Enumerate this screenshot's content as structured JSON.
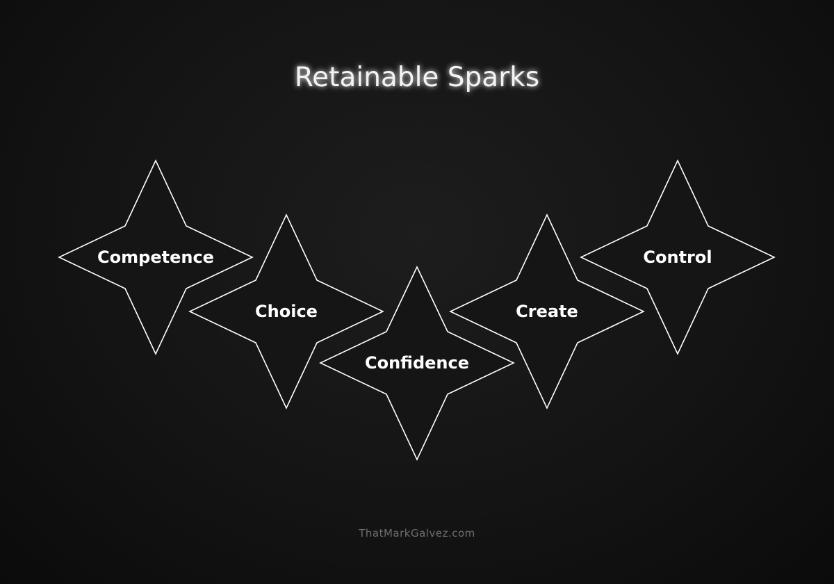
{
  "diagram": {
    "title": "Retainable Sparks",
    "sparks": [
      {
        "label": "Competence"
      },
      {
        "label": "Choice"
      },
      {
        "label": "Confidence"
      },
      {
        "label": "Create"
      },
      {
        "label": "Control"
      }
    ],
    "footer": "ThatMarkGalvez.com"
  },
  "colors": {
    "background": "#141414",
    "star_fill": "#151515",
    "outline": "#ffffff",
    "text": "#ffffff",
    "footer_text": "#6f6f6f"
  },
  "icons": [
    "four-point-star-icon"
  ]
}
